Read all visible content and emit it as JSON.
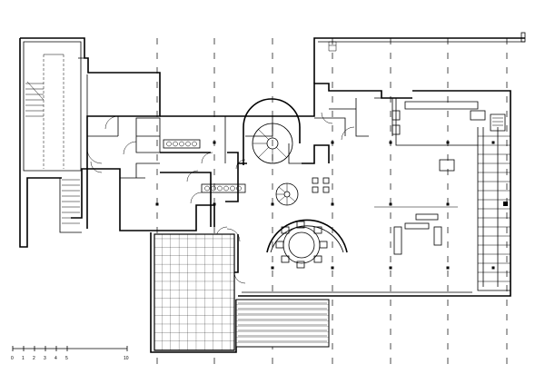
{
  "scale_bar": {
    "ticks": [
      "0",
      "1",
      "2",
      "3",
      "4",
      "5",
      "10"
    ]
  }
}
